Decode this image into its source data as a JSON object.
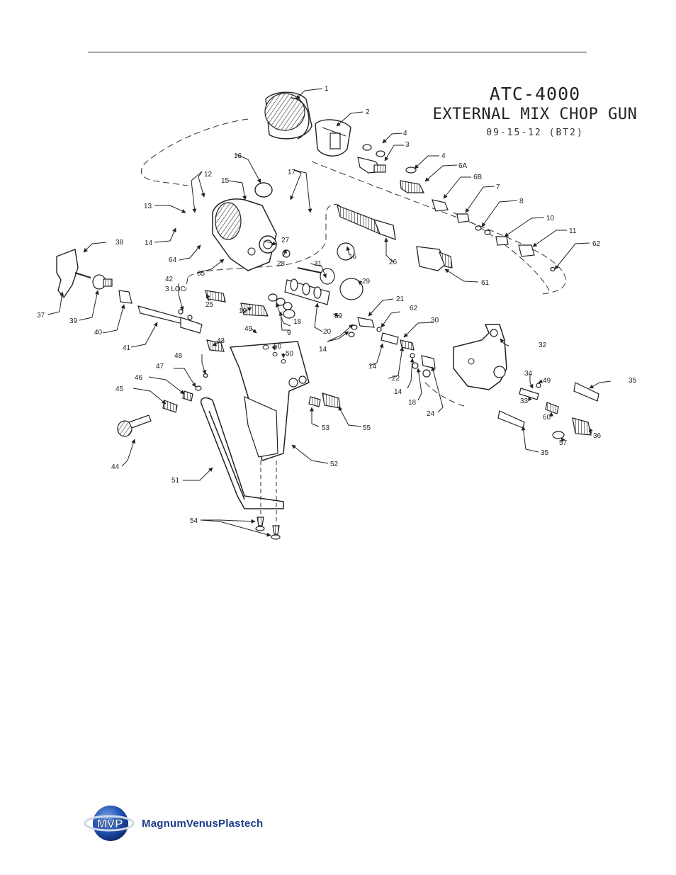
{
  "title": {
    "model": "ATC-4000",
    "name": "EXTERNAL MIX CHOP GUN",
    "revision": "09-15-12 (BT2)"
  },
  "logo": {
    "badge": "MVP",
    "company": "MagnumVenusPlastech"
  },
  "part_labels": [
    "1",
    "2",
    "3",
    "4",
    "4",
    "6A",
    "6B",
    "7",
    "8",
    "10",
    "11",
    "62",
    "16",
    "12",
    "15",
    "17",
    "13",
    "14",
    "27",
    "26",
    "16",
    "61",
    "38",
    "64",
    "28",
    "31",
    "29",
    "42",
    "3 LOC",
    "65",
    "25",
    "19",
    "21",
    "62",
    "30",
    "37",
    "39",
    "40",
    "18",
    "9",
    "20",
    "59",
    "14",
    "41",
    "43",
    "49",
    "50",
    "50",
    "14",
    "22",
    "32",
    "48",
    "47",
    "46",
    "45",
    "34",
    "49",
    "35",
    "14",
    "18",
    "24",
    "33",
    "60",
    "53",
    "55",
    "36",
    "57",
    "35",
    "44",
    "52",
    "51",
    "54"
  ]
}
